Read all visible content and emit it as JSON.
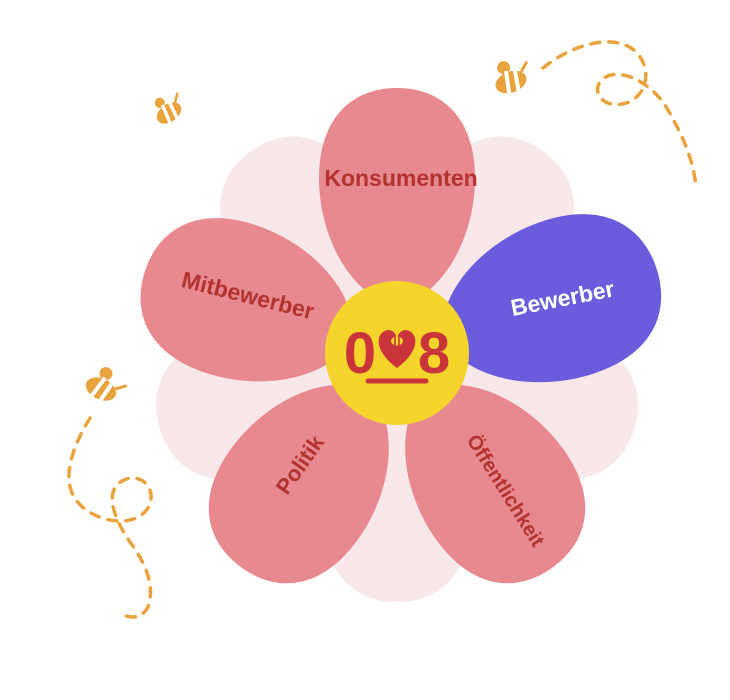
{
  "diagram": {
    "type": "flower-stakeholder-diagram",
    "center_logo": {
      "left_digit": "0",
      "right_digit": "8",
      "symbol": "heart-with-bee-icon"
    },
    "petals": [
      {
        "id": "konsumenten",
        "label": "Konsumenten",
        "color": "#E8888F",
        "text_color": "#B23430"
      },
      {
        "id": "bewerber",
        "label": "Bewerber",
        "color": "#6B5BDD",
        "text_color": "#FFFFFF"
      },
      {
        "id": "oeffentlichkeit",
        "label": "Öffentlichkeit",
        "color": "#E8888F",
        "text_color": "#B23430"
      },
      {
        "id": "politik",
        "label": "Politik",
        "color": "#E8888F",
        "text_color": "#B23430"
      },
      {
        "id": "mitbewerber",
        "label": "Mitbewerber",
        "color": "#E8888F",
        "text_color": "#B23430"
      }
    ],
    "colors": {
      "petal_pink": "#E8888F",
      "petal_blush": "#F9E8E9",
      "petal_purple": "#6B5BDD",
      "center_yellow": "#F5D42C",
      "label_red": "#B23430",
      "logo_red": "#C9353B",
      "bee_orange": "#E8A33C",
      "background": "#FFFFFF"
    },
    "decorations": {
      "bees": [
        {
          "icon": "bee-icon",
          "position": "top-left"
        },
        {
          "icon": "bee-icon",
          "position": "top-right"
        },
        {
          "icon": "bee-icon",
          "position": "left"
        }
      ],
      "trails": [
        {
          "icon": "dashed-flight-trail",
          "position": "top-right"
        },
        {
          "icon": "dashed-flight-trail",
          "position": "left"
        }
      ]
    }
  }
}
